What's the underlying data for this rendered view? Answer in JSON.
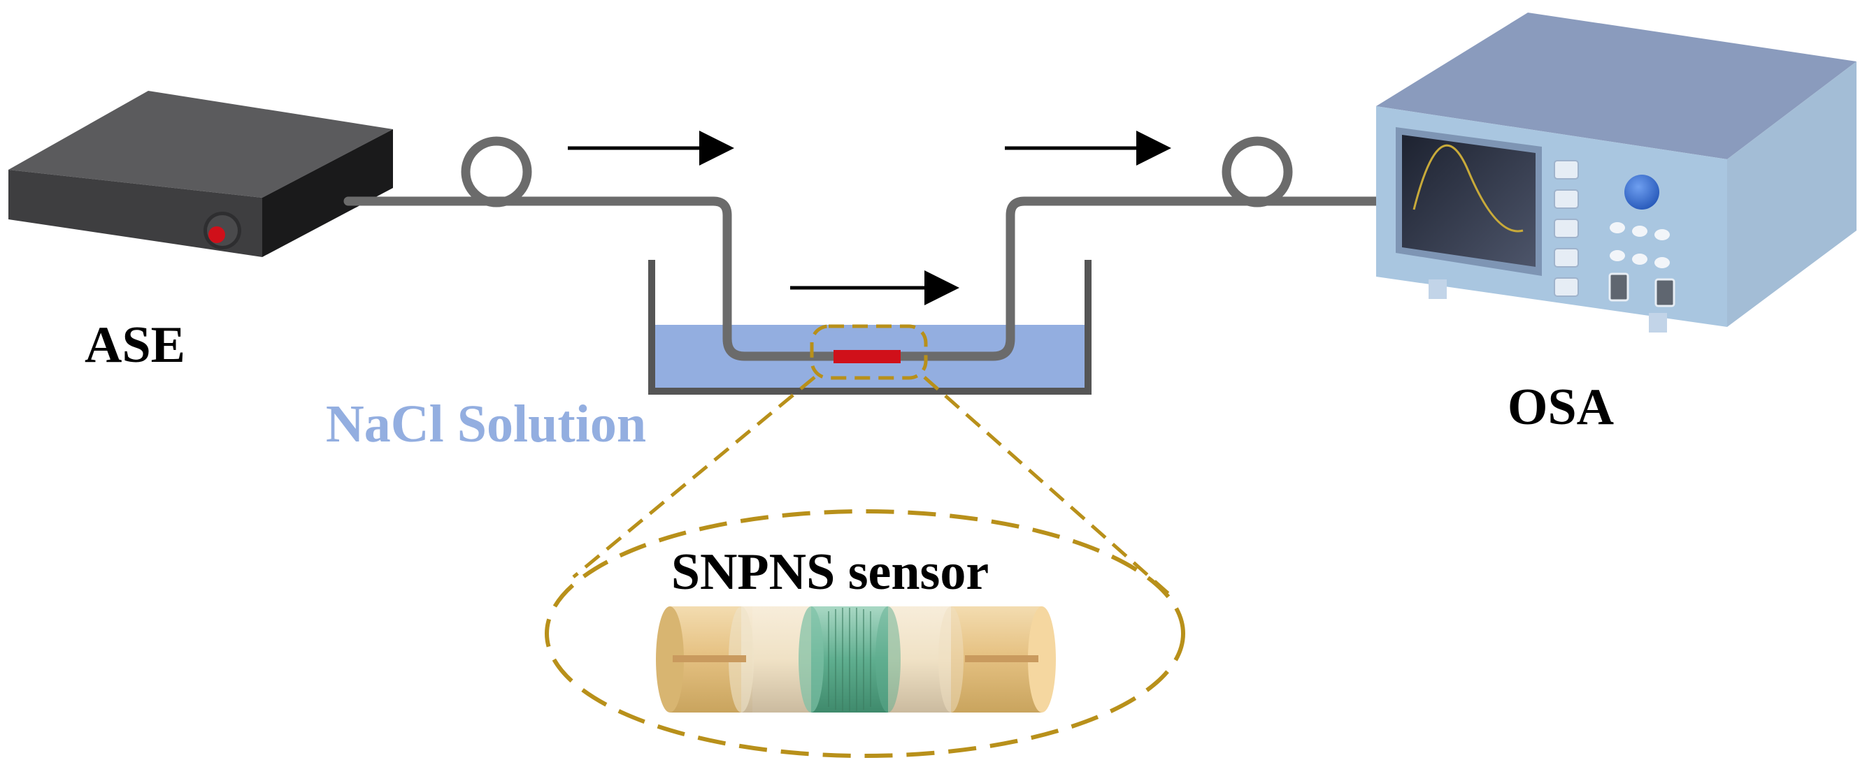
{
  "labels": {
    "source": "ASE",
    "analyzer": "OSA",
    "solution": "NaCl Solution",
    "sensor": "SNPNS sensor"
  },
  "colors": {
    "fiber": "#6b6b6b",
    "solution_fill": "#93aee0",
    "solution_text": "#93aee0",
    "sensor_region": "#d0101a",
    "callout": "#b8901a",
    "ase_body": "#4a4a4c",
    "osa_body": "#a9c6e0",
    "osa_knob": "#3a74d6"
  },
  "icons": {
    "source": "light-source-box-icon",
    "analyzer": "optical-spectrum-analyzer-icon",
    "sensor": "fiber-sensor-cylinder-icon"
  }
}
